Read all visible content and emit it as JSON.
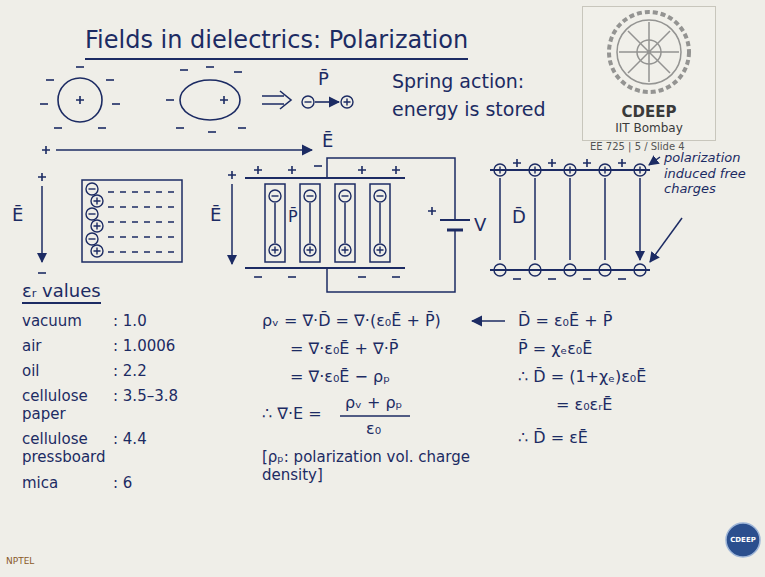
{
  "diagram": {
    "title": "Fields in dielectrics: Polarization",
    "nodes": [
      {
        "text": [
          "CDEEP",
          "IIT Bombay"
        ]
      },
      {
        "text": [
          "CDEEP"
        ]
      }
    ],
    "labels": [
      "P̄",
      "Spring action:",
      "energy is stored",
      "Ē",
      "EE 725 | 5 / Slide 4",
      "Ē",
      "Ē",
      "P̄",
      "V",
      "polarization induced free charges",
      "D̄",
      "εᵣ values",
      "vacuum",
      ": 1.0",
      "air",
      ": 1.0006",
      "oil",
      ": 2.2",
      "cellulose paper",
      ": 3.5–3.8",
      "cellulose pressboard",
      ": 4.4",
      "mica",
      ": 6",
      "ρᵥ = ∇·D̄ = ∇·(ε₀Ē + P̄)",
      "= ∇·ε₀Ē + ∇·P̄",
      "= ∇·ε₀Ē − ρₚ",
      "∴ ∇·E =",
      "ρᵥ + ρₚ",
      "ε₀",
      "[ρₚ: polarization vol. charge density]",
      "D̄ = ε₀Ē + P̄",
      "P̄ = χₑε₀Ē",
      "∴ D̄ = (1+χₑ)ε₀Ē",
      "= ε₀εᵣĒ",
      "∴ D̄ = εĒ",
      "NPTEL"
    ]
  }
}
